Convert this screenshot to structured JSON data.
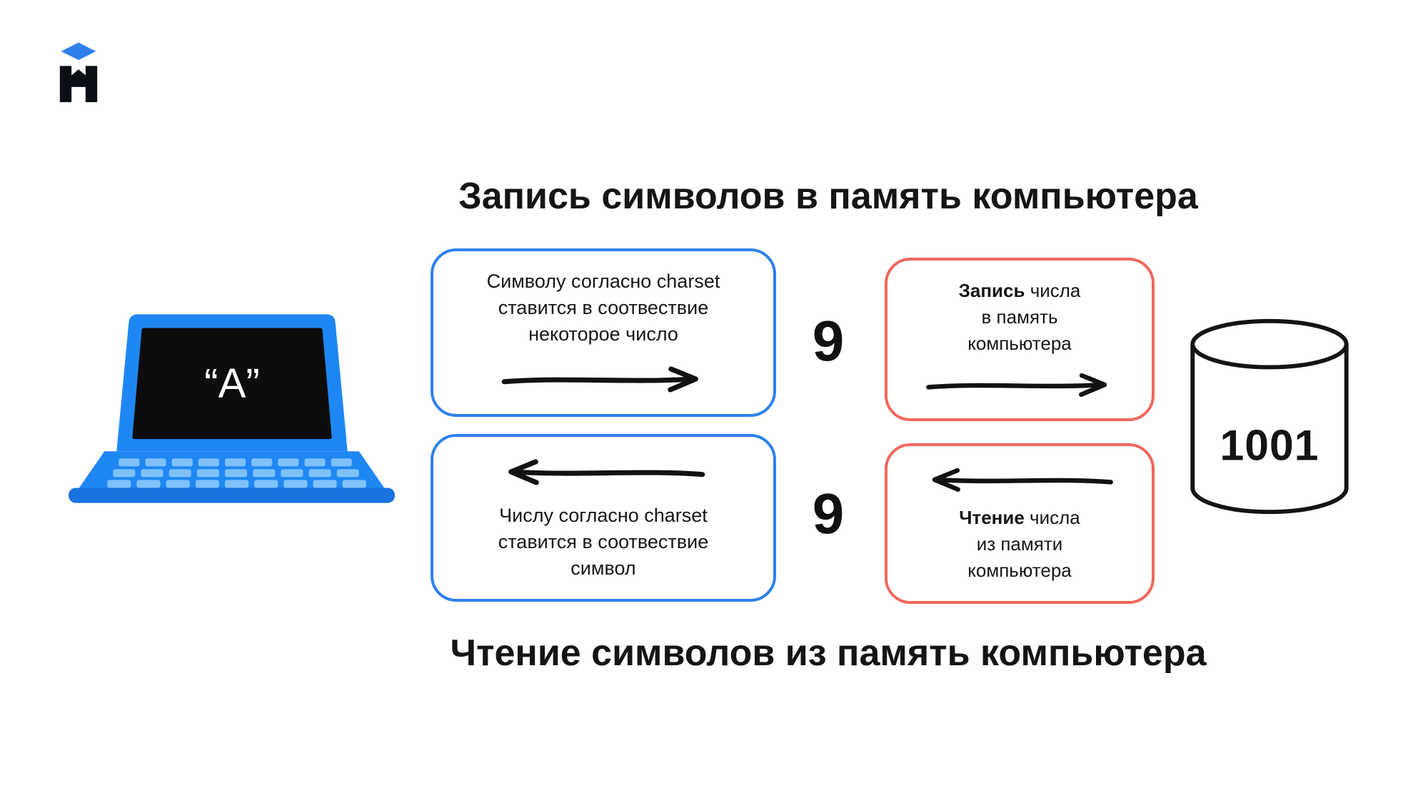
{
  "colors": {
    "background": "#ffffff",
    "blue": "#2f80ed",
    "red": "#f0685c",
    "ink": "#141414",
    "laptop_blue": "#1f87f4",
    "laptop_key": "#7fc1f9",
    "laptop_lip": "#1a72df"
  },
  "logo": {
    "name": "hexlet-logo"
  },
  "titles": {
    "top": "Запись символов в память компьютера",
    "bottom": "Чтение символов из память компьютера"
  },
  "laptop": {
    "screen_text": "“A”"
  },
  "flow": {
    "write": {
      "charset_box": {
        "lines": [
          "Символу согласно charset",
          "ставится в соотвествие",
          "некоторое число"
        ],
        "arrow": "right"
      },
      "number": "9",
      "memory_box": {
        "bold": "Запись",
        "line1_rest": " числа",
        "line2": "в память",
        "line3": "компьютера",
        "arrow": "right"
      }
    },
    "read": {
      "charset_box": {
        "lines": [
          "Числу согласно charset",
          "ставится в соотвествие",
          "символ"
        ],
        "arrow": "left"
      },
      "number": "9",
      "memory_box": {
        "bold": "Чтение",
        "line1_rest": " числа",
        "line2": "из памяти",
        "line3": "компьютера",
        "arrow": "left"
      }
    }
  },
  "memory": {
    "value": "1001"
  }
}
